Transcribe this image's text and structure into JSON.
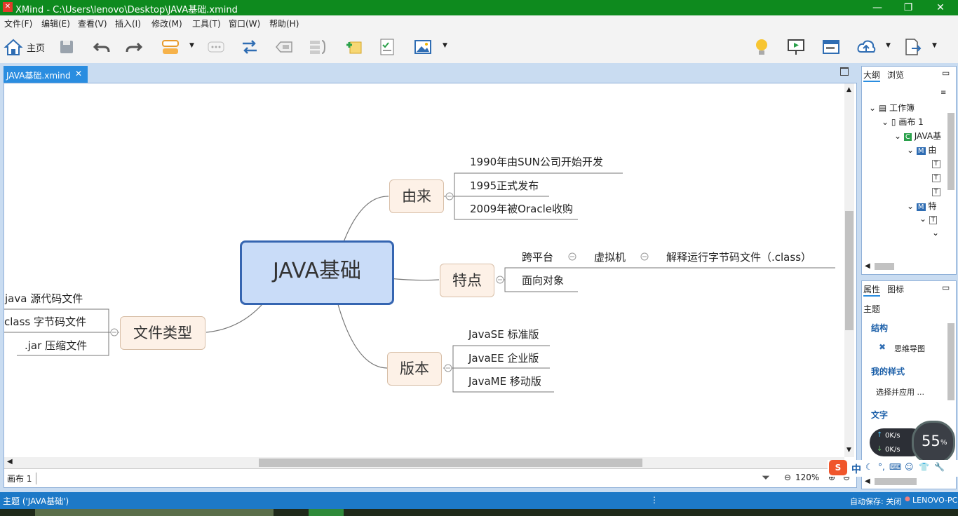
{
  "window": {
    "title": "XMind - C:\\Users\\lenovo\\Desktop\\JAVA基础.xmind",
    "minimize": "—",
    "restore": "❐",
    "close": "✕"
  },
  "menu": [
    "文件(F)",
    "编辑(E)",
    "查看(V)",
    "插入(I)",
    "修改(M)",
    "工具(T)",
    "窗口(W)",
    "帮助(H)"
  ],
  "toolbar": {
    "home_label": "主页"
  },
  "editor": {
    "tab_label": "JAVA基础.xmind",
    "tab_close": "✕"
  },
  "mindmap": {
    "central": "JAVA基础",
    "origin": {
      "label": "由来",
      "children": [
        "1990年由SUN公司开始开发",
        "1995正式发布",
        "2009年被Oracle收购"
      ]
    },
    "features": {
      "label": "特点",
      "cross_platform": "跨平台",
      "vm": "虚拟机",
      "bytecode": "解释运行字节码文件（.class）",
      "oop": "面向对象"
    },
    "versions": {
      "label": "版本",
      "children": [
        "JavaSE 标准版",
        "JavaEE 企业版",
        "JavaME 移动版"
      ]
    },
    "filetypes": {
      "label": "文件类型",
      "children": [
        "java  源代码文件",
        "class 字节码文件",
        ".jar 压缩文件"
      ]
    }
  },
  "status_row": {
    "sheet_tab": "画布 1",
    "zoom": "120%"
  },
  "outline_panel": {
    "tab_outline": "大纲",
    "tab_browse": "浏览",
    "rows": [
      {
        "label": "工作簿"
      },
      {
        "label": "画布 1"
      },
      {
        "label": "JAVA基"
      },
      {
        "label": "由"
      },
      {
        "label": ""
      },
      {
        "label": ""
      },
      {
        "label": ""
      },
      {
        "label": "特"
      },
      {
        "label": ""
      },
      {
        "label": ""
      }
    ]
  },
  "props_panel": {
    "tab_props": "属性",
    "tab_icons": "图标",
    "heading": "主题",
    "structure": "结构",
    "structure_value": "思维导图",
    "my_style": "我的样式",
    "style_value": "选择并应用 ...",
    "text": "文字"
  },
  "net_widget": {
    "percent": "55",
    "pct_sign": "%",
    "up": "0K/s",
    "down": "0K/s"
  },
  "ime_bar": {
    "lang": "中"
  },
  "footer": {
    "left": "主题 ('JAVA基础')",
    "right": "自动保存: 关闭",
    "host": "LENOVO-PC"
  },
  "colors": {
    "titlebar": "#0e8a1e",
    "footer": "#1d79c7",
    "central_border": "#3565b1"
  }
}
